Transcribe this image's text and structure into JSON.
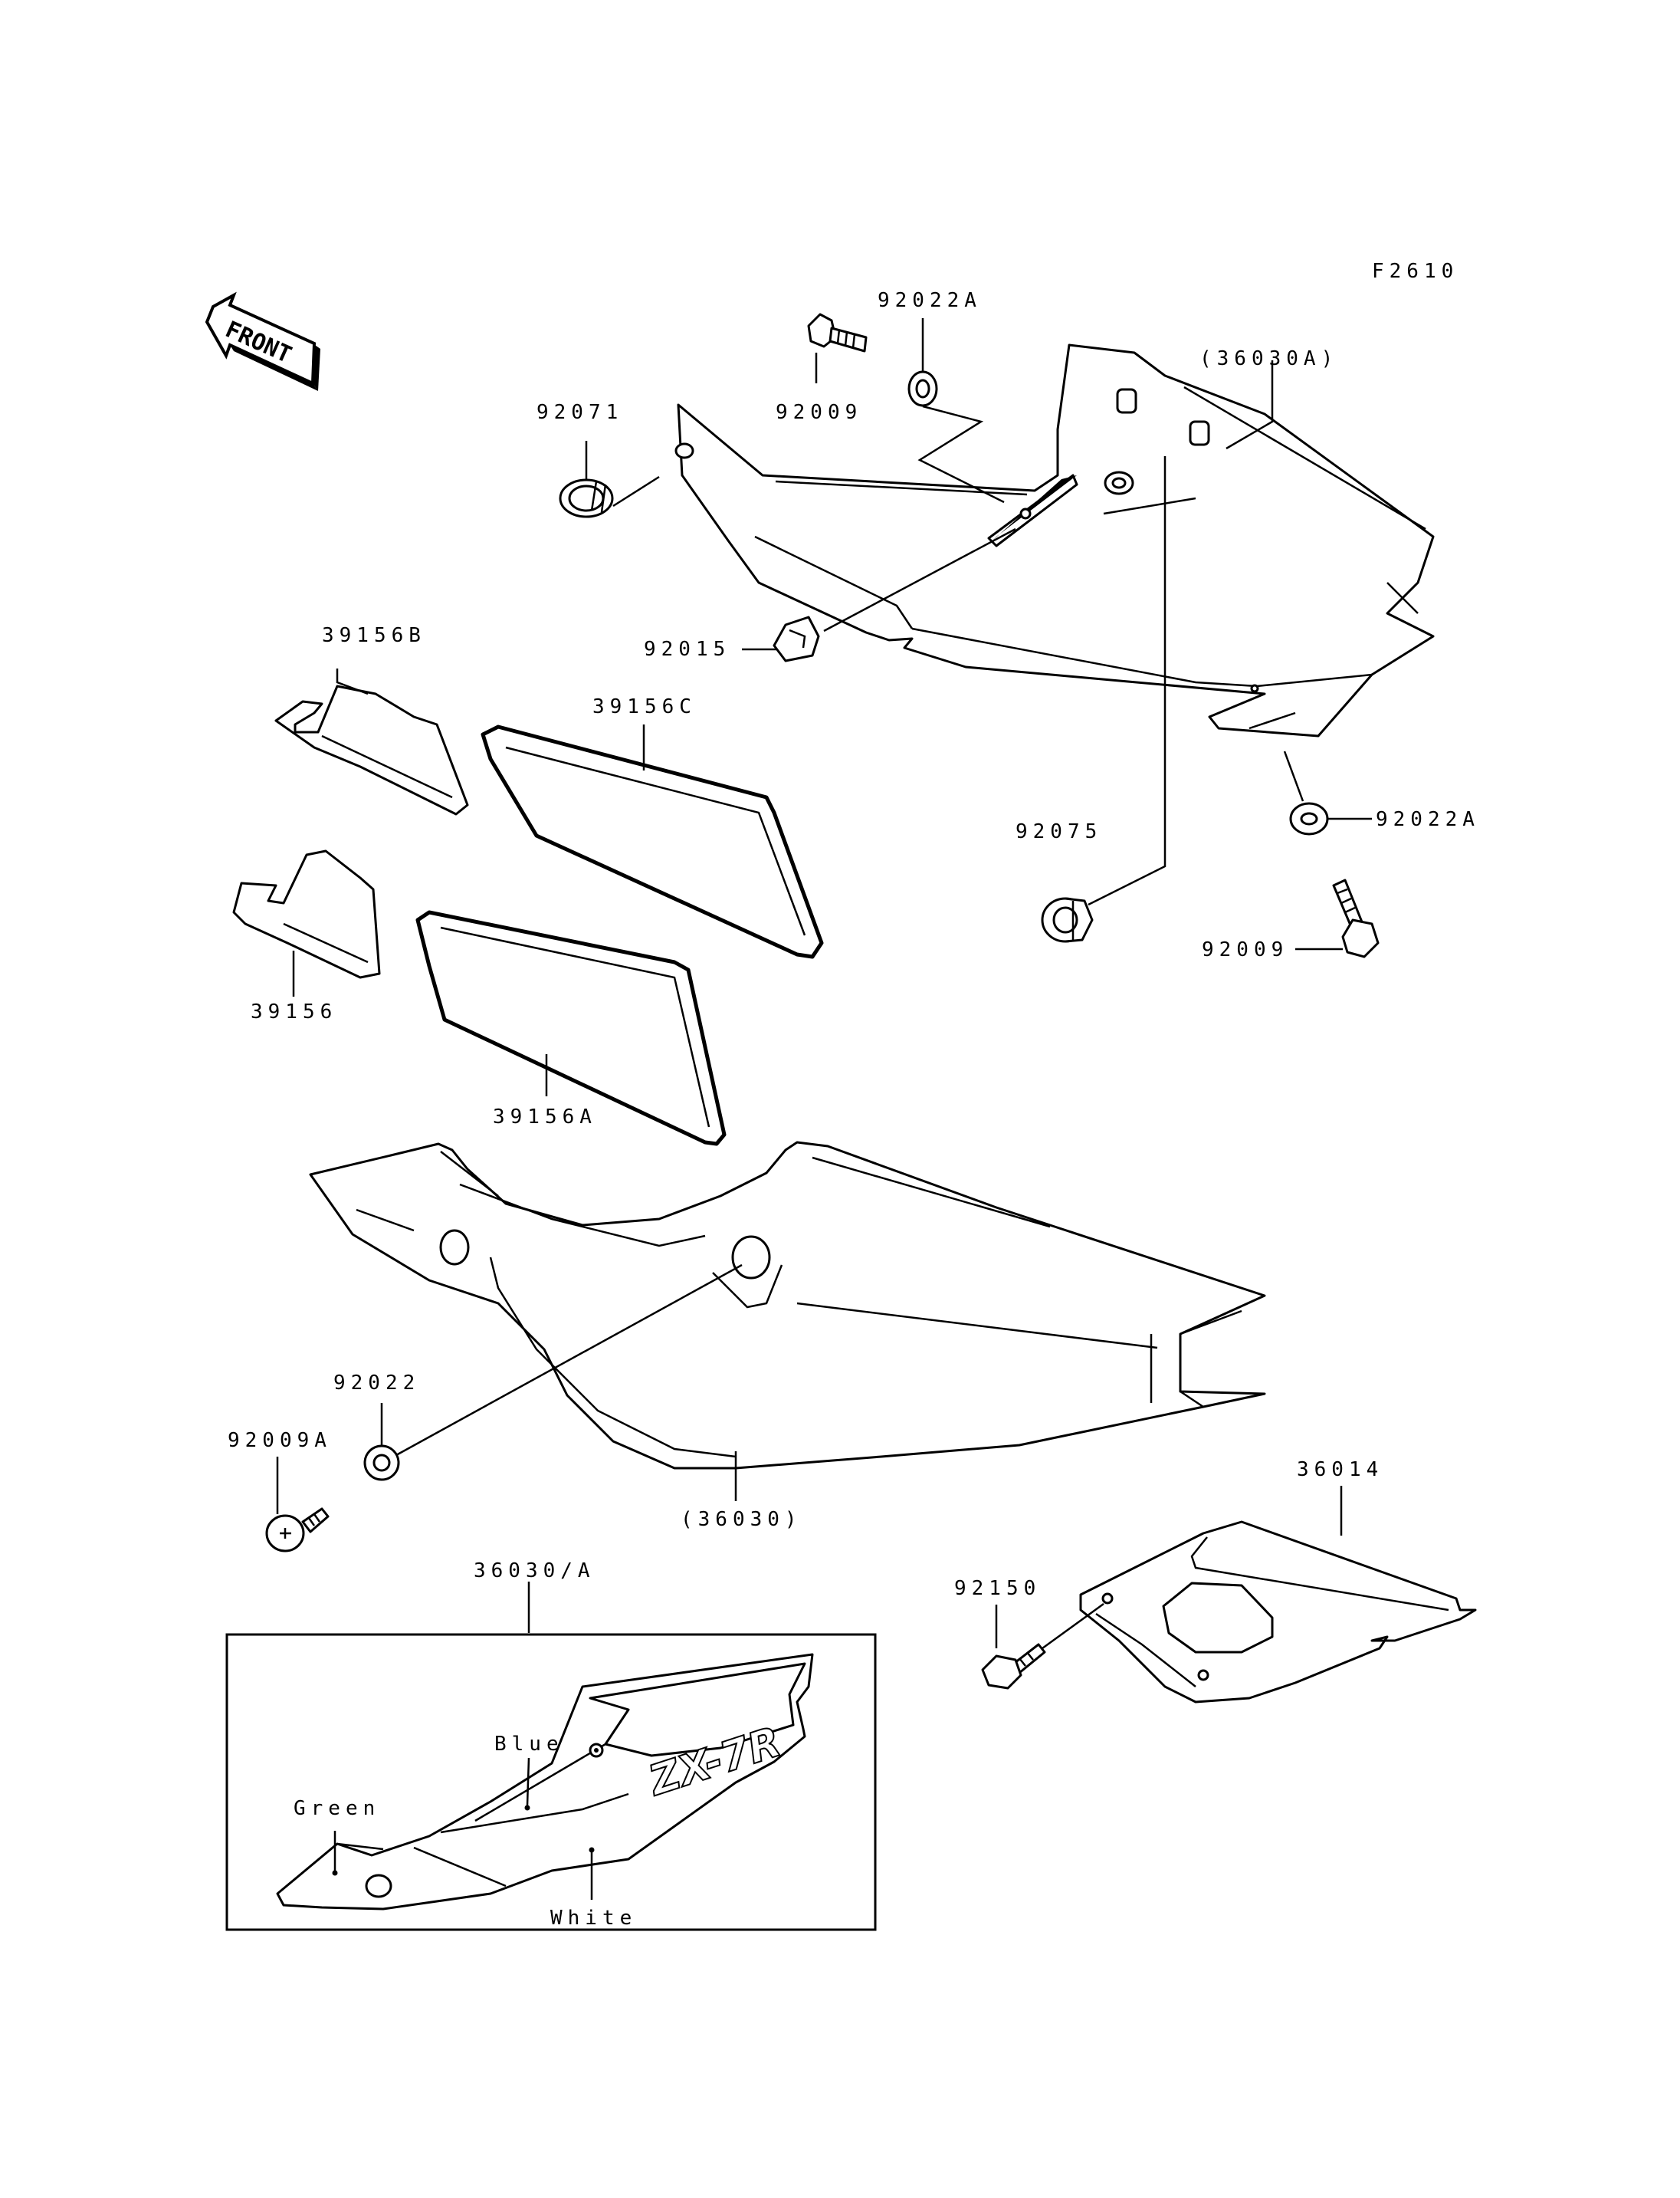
{
  "diagram": {
    "figure_code": "F2610",
    "front_label": "FRONT"
  },
  "labels": {
    "p92022A_top": "92022A",
    "p92009_top": "92009",
    "p92071": "92071",
    "p36030A": "(36030A)",
    "p92015": "92015",
    "p39156B": "39156B",
    "p39156C": "39156C",
    "p92022A_right": "92022A",
    "p92075": "92075",
    "p92009_right": "92009",
    "p39156": "39156",
    "p39156A": "39156A",
    "p92022": "92022",
    "p92009A": "92009A",
    "p36030": "(36030)",
    "p36014": "36014",
    "p92150": "92150",
    "p36030_slash_A": "36030/A"
  },
  "inset": {
    "blue": "Blue",
    "green": "Green",
    "white": "White",
    "decal_logo": "ZX-7R"
  }
}
